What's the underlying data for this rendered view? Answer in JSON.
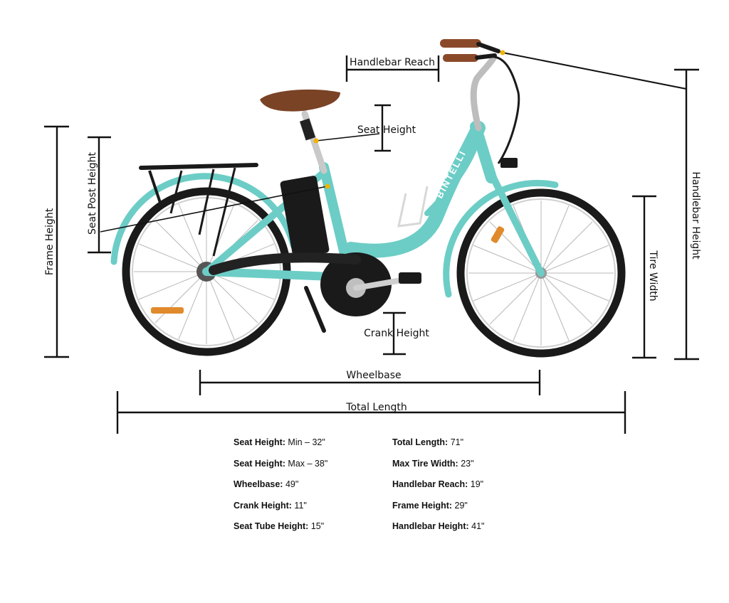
{
  "labels": {
    "handlebar_reach": "Handlebar Reach",
    "seat_height": "Seat Height",
    "seat_post_height": "Seat Post Height",
    "frame_height": "Frame Height",
    "handlebar_height": "Handlebar Height",
    "tire_width": "Tire Width",
    "crank_height": "Crank Height",
    "wheelbase": "Wheelbase",
    "total_length": "Total Length"
  },
  "bike_brand": "BINTELLI",
  "colors": {
    "frame": "#6ccdc6",
    "tire": "#1a1a1a",
    "saddle": "#7a4326",
    "line": "#111111",
    "marker": "#f0b400"
  },
  "specs_left": [
    {
      "key": "Seat Height:",
      "value": " Min – 32\""
    },
    {
      "key": "Seat Height:",
      "value": "  Max – 38\""
    },
    {
      "key": "Wheelbase:",
      "value": "  49\""
    },
    {
      "key": "Crank Height:",
      "value": "  11\""
    },
    {
      "key": "Seat Tube Height:",
      "value": " 15\""
    }
  ],
  "specs_right": [
    {
      "key": "Total Length:",
      "value": " 71\""
    },
    {
      "key": "Max Tire Width:",
      "value": "  23\""
    },
    {
      "key": "Handlebar Reach:",
      "value": " 19\""
    },
    {
      "key": "Frame Height:",
      "value": "  29\""
    },
    {
      "key": "Handlebar Height:",
      "value": "  41\""
    }
  ]
}
